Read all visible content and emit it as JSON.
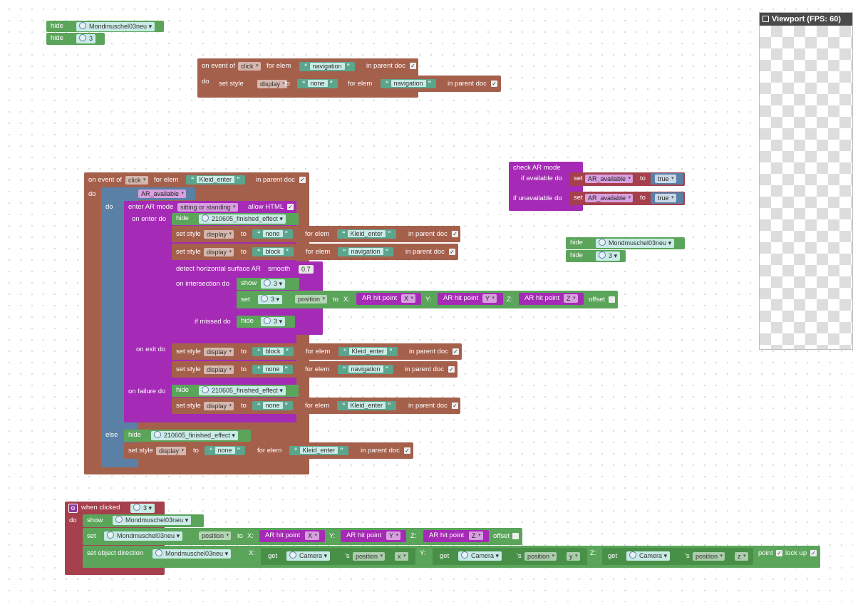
{
  "viewport": {
    "title": "Viewport (FPS: 60)"
  },
  "labels": {
    "hide": "hide",
    "show": "show",
    "set": "set",
    "set_style": "set style",
    "to": "to",
    "for_elem": "for elem",
    "in_parent_doc": "in parent doc",
    "on_event_of": "on event of",
    "do": "do",
    "if": "if",
    "else": "else",
    "enter_ar_mode": "enter AR mode",
    "allow_html": "allow HTML",
    "on_enter_do": "on enter do",
    "detect_surface": "detect horizontal surface AR",
    "smooth": "smooth",
    "on_intersection_do": "on intersection do",
    "if_missed_do": "if missed do",
    "on_exit_do": "on exit do",
    "on_failure_do": "on failure do",
    "check_ar_mode": "check AR mode",
    "if_available_do": "if available do",
    "if_unavailable_do": "if unavailable do",
    "when_clicked": "when clicked",
    "set_object_direction": "set object direction",
    "ar_hit_point": "AR hit point",
    "offset": "offset",
    "x": "X:",
    "y": "Y:",
    "z": "Z:",
    "get": "get",
    "s_position": "'s",
    "point": "point",
    "lock_up": "lock up"
  },
  "values": {
    "mondmuschel": "Mondmuschel03neu",
    "three": "3",
    "click": "click",
    "navigation": "navigation",
    "display": "display",
    "none": "none",
    "block": "block",
    "kleid_enter": "Kleid_enter",
    "ar_available": "AR_available",
    "sitting": "sitting or standing",
    "finished_effect": "210605_finished_effect",
    "smooth_val": "0.7",
    "position": "position",
    "X": "X",
    "Y": "Y",
    "Z": "Z",
    "true": "true",
    "camera": "Camera",
    "x_low": "x",
    "y_low": "y",
    "z_low": "z",
    "check": "✓"
  }
}
